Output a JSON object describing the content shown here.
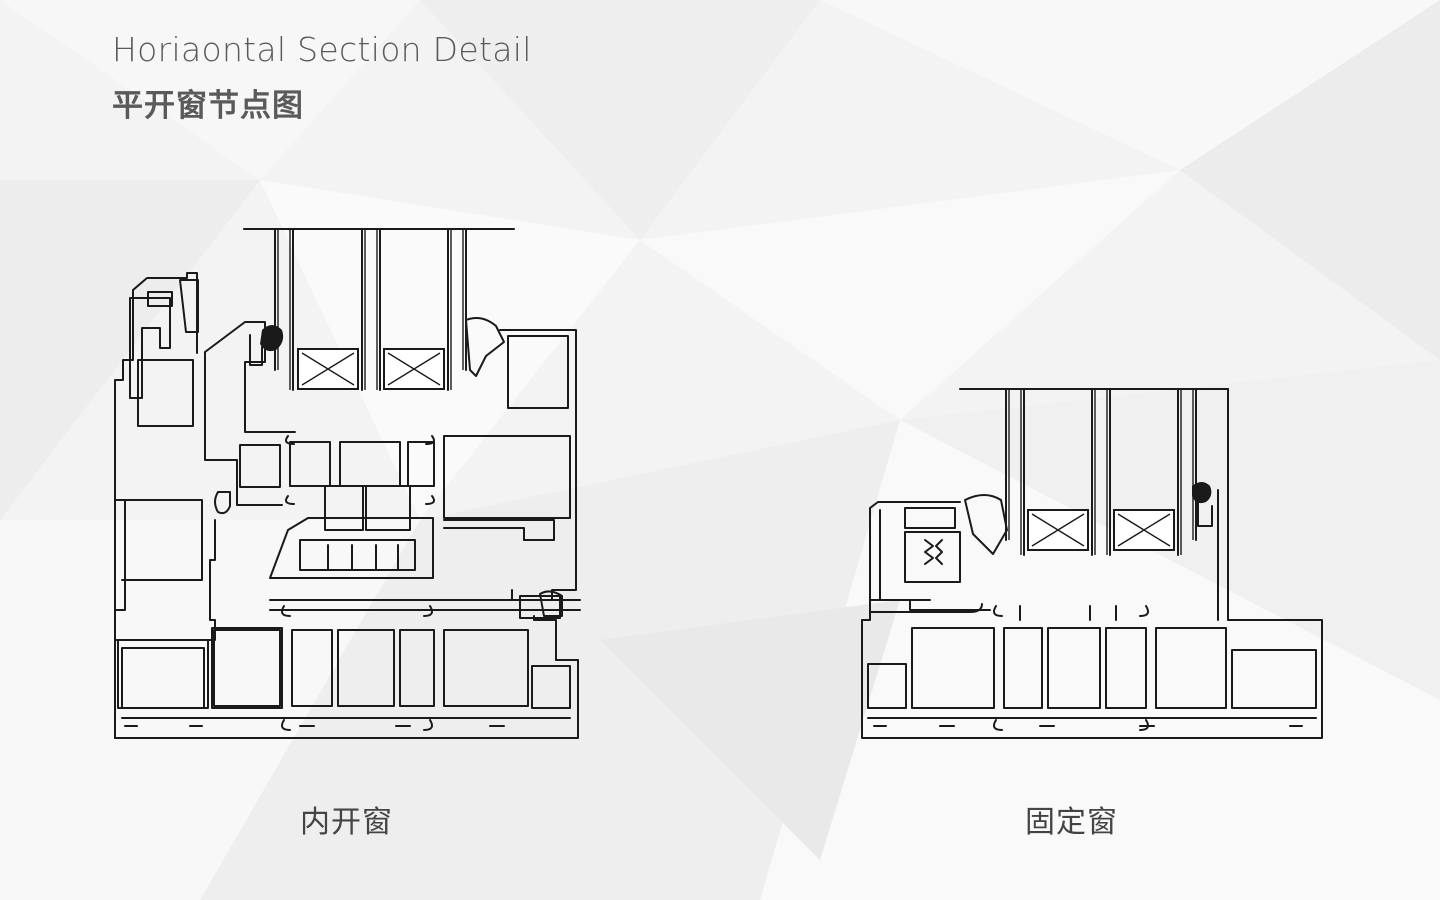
{
  "header": {
    "title_en": "Horiaontal Section Detail",
    "title_cn": "平开窗节点图"
  },
  "drawings": [
    {
      "caption": "内开窗"
    },
    {
      "caption": "固定窗"
    }
  ],
  "colors": {
    "background": "#f4f4f4",
    "line": "#1a1a1a",
    "text": "#5a5a5a"
  }
}
